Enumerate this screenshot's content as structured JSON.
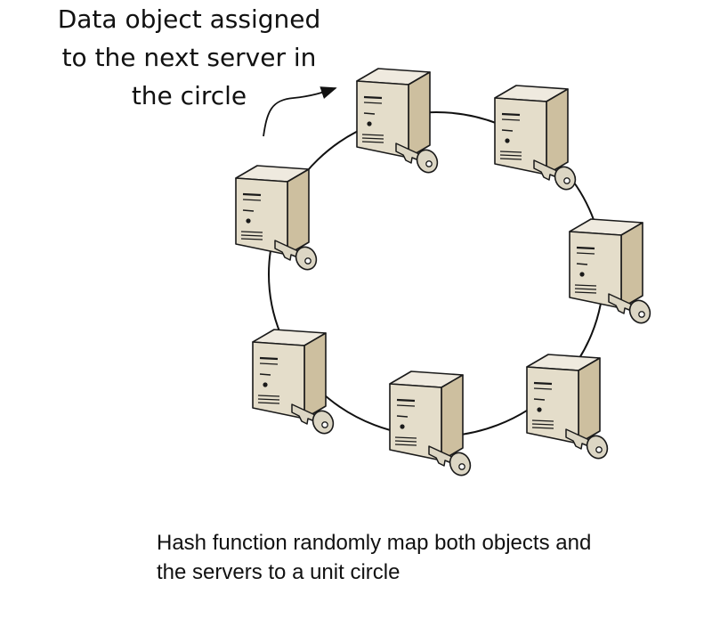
{
  "callout": {
    "lines": [
      "Data object assigned",
      "to the next server in",
      "the circle"
    ]
  },
  "caption": {
    "lines": [
      "Hash function randomly map both objects and",
      "the servers to a unit circle"
    ]
  },
  "colors": {
    "server_front": "#e4ddca",
    "server_side": "#cdbf9f",
    "server_top": "#efeadf",
    "outline": "#1a1a1a",
    "key_fill": "#dcd6c4"
  },
  "icons": [
    "server-icon",
    "key-icon",
    "curved-arrow-icon"
  ]
}
